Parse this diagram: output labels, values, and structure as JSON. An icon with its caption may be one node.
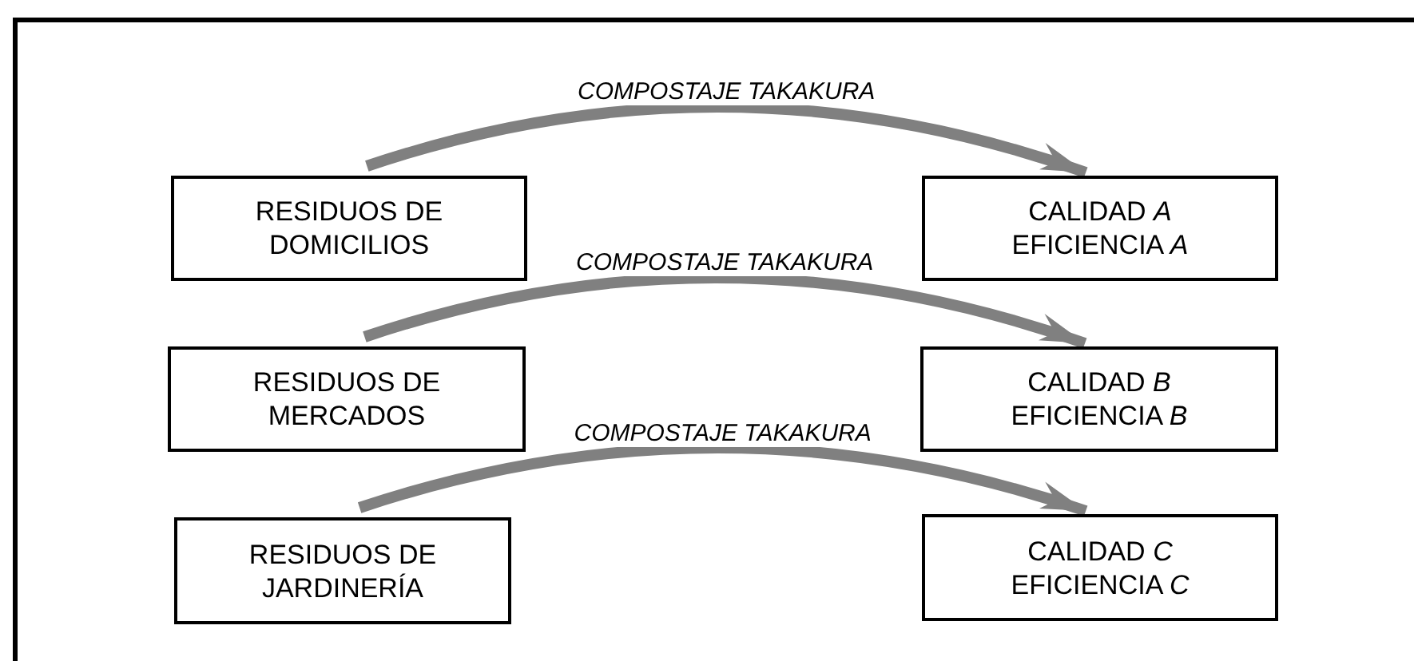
{
  "diagram": {
    "nodes": [
      {
        "text": [
          "RESIDUOS DE DOMICILIOS"
        ]
      },
      {
        "text": [
          "CALIDAD *A*",
          "EFICIENCIA *A*"
        ]
      },
      {
        "text": [
          "RESIDUOS DE MERCADOS"
        ]
      },
      {
        "text": [
          "CALIDAD *B*",
          "EFICIENCIA *B*"
        ]
      },
      {
        "text": [
          "RESIDUOS DE JARDINERÍA"
        ]
      },
      {
        "text": [
          "CALIDAD *C*",
          "EFICIENCIA *C*"
        ]
      }
    ],
    "edges": [
      {
        "from": 0,
        "to": 1,
        "arrow": "to",
        "label": "COMPOSTAJE TAKAKURA"
      },
      {
        "from": 2,
        "to": 3,
        "arrow": "to",
        "label": "COMPOSTAJE TAKAKURA"
      },
      {
        "from": 4,
        "to": 5,
        "arrow": "to",
        "label": "COMPOSTAJE TAKAKURA"
      }
    ]
  }
}
